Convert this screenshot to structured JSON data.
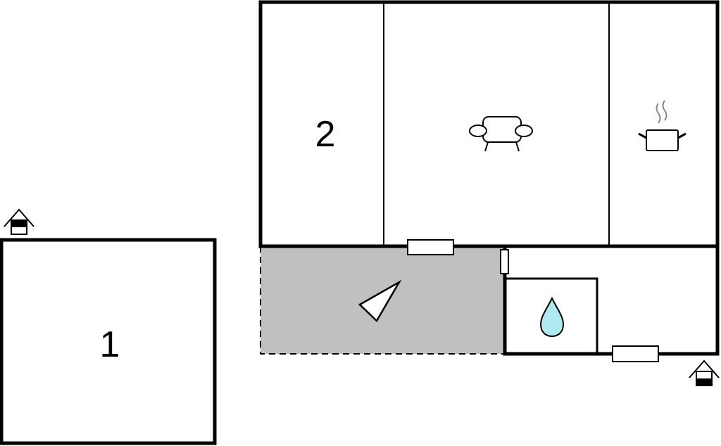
{
  "floorplan": {
    "rooms": [
      {
        "id": "building-1",
        "label": "1"
      },
      {
        "id": "bedroom",
        "label": "2"
      },
      {
        "id": "living-room",
        "label": "",
        "icon": "sofa-icon"
      },
      {
        "id": "kitchen",
        "label": "",
        "icon": "cooking-pot-icon"
      },
      {
        "id": "bathroom",
        "label": "",
        "icon": "water-drop-icon"
      },
      {
        "id": "terrace",
        "label": "",
        "icon": "sun-umbrella-icon"
      }
    ],
    "entrances": [
      {
        "id": "entrance-building-1",
        "icon": "house-entrance-icon"
      },
      {
        "id": "entrance-main",
        "icon": "house-entrance-icon"
      }
    ],
    "colors": {
      "wall": "#000000",
      "terrace_fill": "#c0c0c0",
      "water_drop": "#aeeaf0",
      "background": "#ffffff"
    }
  }
}
